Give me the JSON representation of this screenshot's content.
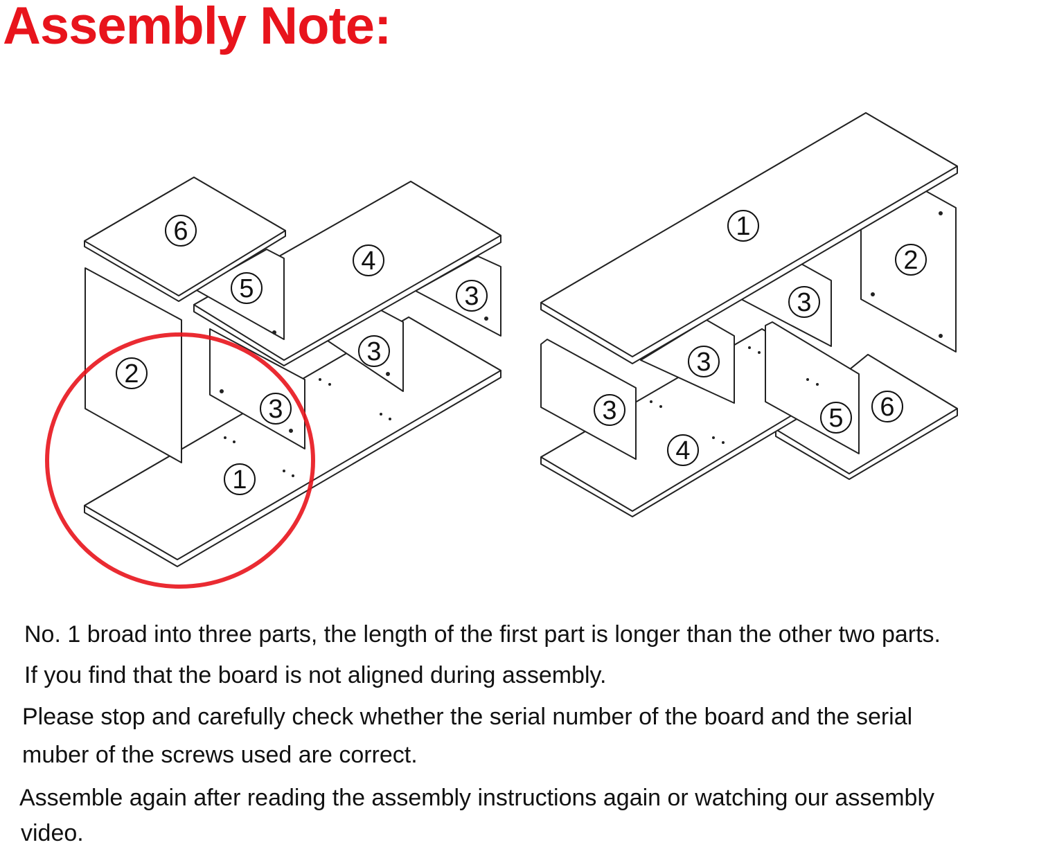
{
  "title": "Assembly Note:",
  "colors": {
    "title": "#e8141c",
    "highlight_circle": "#e8141c"
  },
  "left_assembly": {
    "labels": [
      "6",
      "5",
      "4",
      "3",
      "3",
      "3",
      "2",
      "1"
    ]
  },
  "right_assembly": {
    "labels": [
      "1",
      "2",
      "3",
      "3",
      "3",
      "4",
      "5",
      "6"
    ]
  },
  "notes": [
    "No. 1 broad into three parts, the length of the first part is longer than the other two parts.",
    "If you find that the board is not aligned during assembly.",
    "Please stop and carefully check whether the serial number of the board and the serial",
    "muber of the screws used are correct.",
    "Assemble again after reading the assembly instructions again or watching our assembly",
    "video."
  ]
}
